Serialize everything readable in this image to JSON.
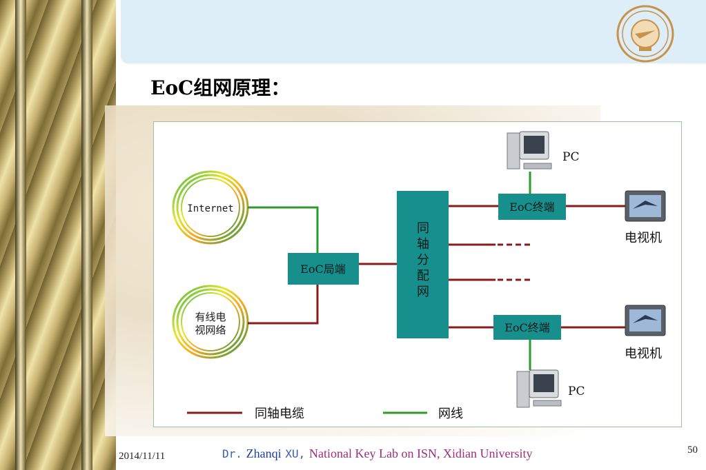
{
  "slide": {
    "title": "EoC组网原理：",
    "footer": {
      "date": "2014/11/11",
      "author_prefix": "Dr.",
      "author_first": "Zhanqi",
      "author_last": "XU,",
      "affiliation": "National Key Lab on ISN, Xidian University",
      "page": "50"
    }
  },
  "diagram": {
    "internet_label": "Internet",
    "cable_tv_line1": "有线电",
    "cable_tv_line2": "视网络",
    "eoc_head_label": "EoC局端",
    "coax_network_label": [
      "同",
      "轴",
      "分",
      "配",
      "网"
    ],
    "terminal_top_label": "EoC终端",
    "terminal_bottom_label": "EoC终端",
    "pc_top_label": "PC",
    "pc_bottom_label": "PC",
    "tv_top_label": "电视机",
    "tv_bottom_label": "电视机",
    "legend_coax_label": "同轴电缆",
    "legend_net_label": "网线"
  },
  "colors": {
    "teal_box": "#178f8d",
    "coax_line": "#8b1a1a",
    "net_line": "#2a9a2a",
    "title": "#000000"
  }
}
